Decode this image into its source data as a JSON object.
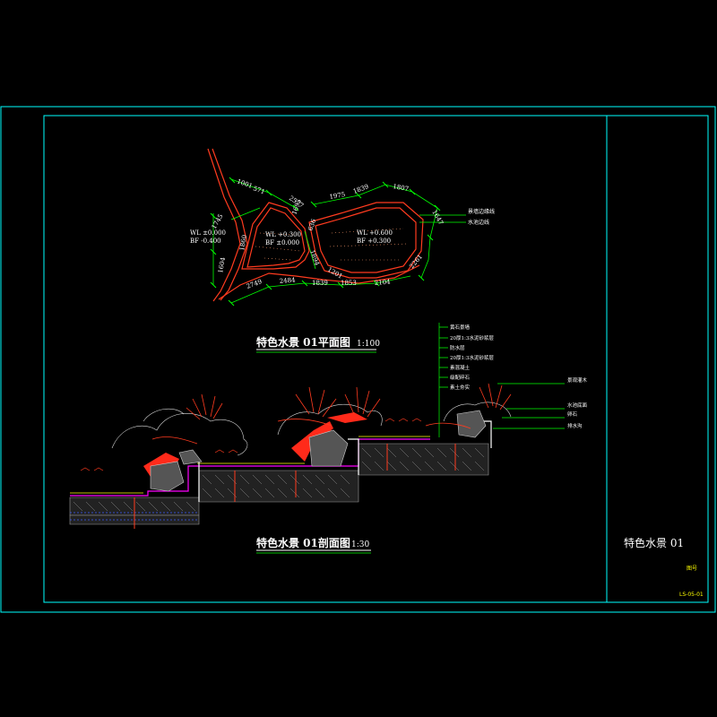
{
  "plan": {
    "title": "特色水景 01平面图",
    "scale": "1:100",
    "dims": [
      "1001",
      "571",
      "2577",
      "1695",
      "1975",
      "1839",
      "1807",
      "1647",
      "1745",
      "1860",
      "1604",
      "2749",
      "2484",
      "1839",
      "1853",
      "2104",
      "2261",
      "1894",
      "1201",
      "636"
    ],
    "levels_left": [
      "WL ±0.000",
      "BF -0.400"
    ],
    "levels_mid": [
      "WL +0.300",
      "BF ±0.000"
    ],
    "levels_right": [
      "WL +0.600",
      "BF +0.300"
    ],
    "notes": [
      "景墙边缘线",
      "水池边线"
    ]
  },
  "section": {
    "title": "特色水景 01剖面图",
    "scale": "1:30",
    "notes_top": [
      "黄石景墙",
      "20厚1:3水泥砂浆层",
      "防水层",
      "20厚1:3水泥砂浆层",
      "素混凝土",
      "级配碎石",
      "素土夯实"
    ],
    "notes_right": [
      "景观灌木",
      "水池底面",
      "卵石",
      "排水沟"
    ]
  },
  "titleblock": {
    "name": "特色水景 01",
    "label": "图号",
    "code": "LS-05-01"
  },
  "colors": {
    "frame": "#00ffff",
    "dim": "#00ff00",
    "outline": "#ff3b1f",
    "text": "#ffffff",
    "code": "#ffff00"
  }
}
